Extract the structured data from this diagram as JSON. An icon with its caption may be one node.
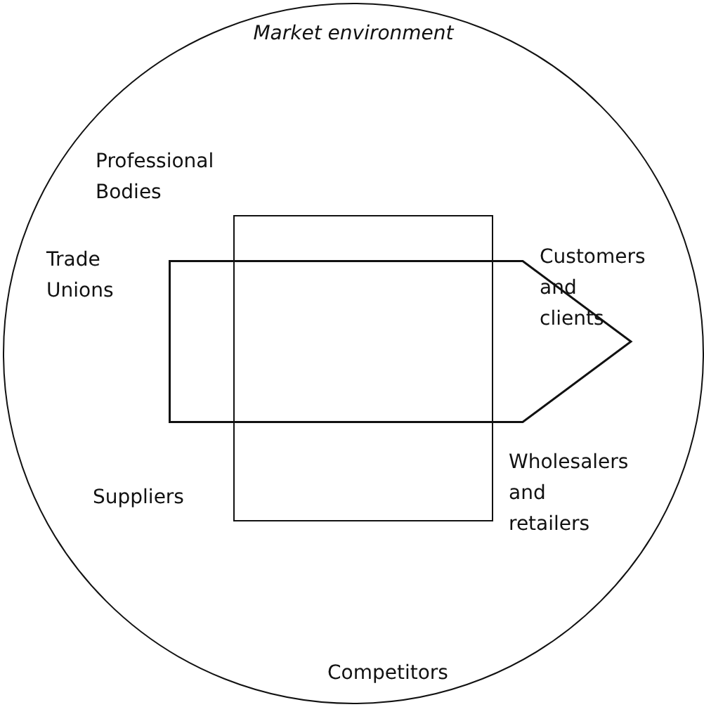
{
  "diagram": {
    "nodes": [
      {
        "text": [
          "Market environment"
        ]
      },
      {
        "text": [],
        "shape": "box",
        "in": 0
      },
      {
        "text": [],
        "shape": "arrow",
        "in": 0
      }
    ],
    "labels": [
      "Professional Bodies",
      "Customers and clients",
      "Trade Unions",
      "Wholesalers and retailers",
      "Suppliers",
      "Competitors"
    ]
  }
}
